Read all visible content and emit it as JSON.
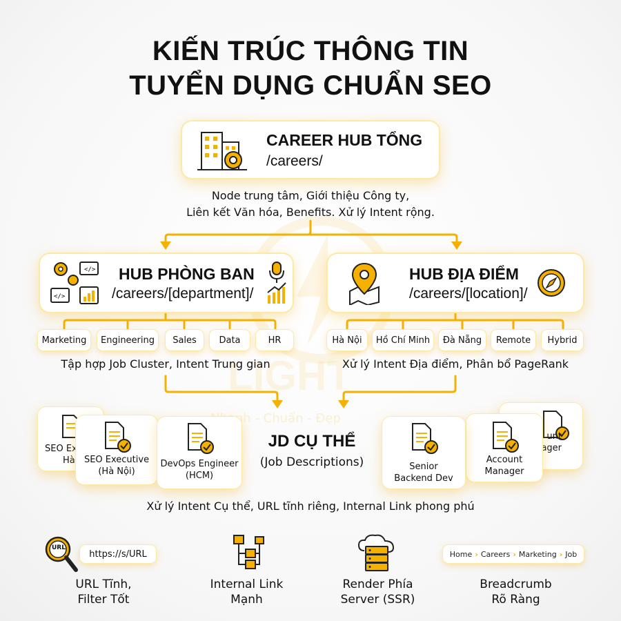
{
  "title": {
    "line1": "KIẾN TRÚC THÔNG TIN",
    "line2": "TUYỂN DỤNG CHUẨN SEO"
  },
  "career_hub": {
    "title": "CAREER HUB TỔNG",
    "url": "/careers/",
    "desc_line1": "Node trung tâm, Giới thiệu Công ty,",
    "desc_line2": "Liên kết Văn hóa, Benefits. Xử lý Intent rộng."
  },
  "hub_department": {
    "title": "HUB PHÒNG BAN",
    "url": "/careers/[department]/",
    "chips": [
      "Marketing",
      "Engineering",
      "Sales",
      "Data",
      "HR"
    ],
    "desc": "Tập hợp Job Cluster, Intent Trung gian"
  },
  "hub_location": {
    "title": "HUB ĐỊA ĐIỂM",
    "url": "/careers/[location]/",
    "chips": [
      "Hà Nội",
      "Hồ Chí Minh",
      "Đà Nẵng",
      "Remote",
      "Hybrid"
    ],
    "desc": "Xử lý Intent Địa điểm, Phân bổ PageRank"
  },
  "jd": {
    "title": "JD CỤ THỂ",
    "subtitle": "(Job Descriptions)",
    "cards": [
      {
        "line1": "SEO Ex",
        "line2": "Hà"
      },
      {
        "line1": "SEO Executive",
        "line2": "(Hà Nội)"
      },
      {
        "line1": "DevOps Engineer",
        "line2": "(HCM)"
      },
      {
        "line1": "Senior",
        "line2": "Backend Dev"
      },
      {
        "line1": "Account",
        "line2": "Manager"
      },
      {
        "line1": "unt",
        "line2": "ager"
      }
    ],
    "desc": "Xử lý Intent Cụ thể, URL tĩnh riêng, Internal Link phong phú"
  },
  "watermark": {
    "word": "LIGHT",
    "tagline": "Nhanh - Chuẩn - Đẹp"
  },
  "features": [
    {
      "icon": "url-magnifier-icon",
      "badge": "URL",
      "line1": "URL Tĩnh,",
      "line2": "Filter Tốt",
      "url_text": "https://s/URL"
    },
    {
      "icon": "sitemap-icon",
      "line1": "Internal Link",
      "line2": "Mạnh"
    },
    {
      "icon": "server-cloud-icon",
      "line1": "Render Phía",
      "line2": "Server (SSR)"
    },
    {
      "icon": "breadcrumb-icon",
      "line1": "Breadcrumb",
      "line2": "Rõ Ràng",
      "crumbs": [
        "Home",
        "Careers",
        "Marketing",
        "Job"
      ]
    }
  ],
  "colors": {
    "accent": "#f5b000",
    "accent_light": "#fde9a6",
    "text": "#111111"
  }
}
